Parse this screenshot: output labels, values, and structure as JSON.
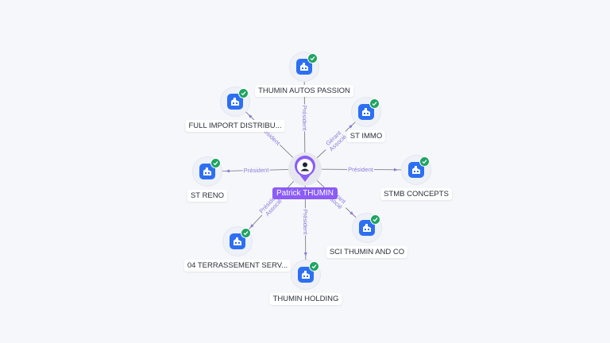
{
  "center": {
    "name": "Patrick THUMIN",
    "icon": "person-icon"
  },
  "companies": [
    {
      "key": "thumin-autos-passion",
      "name": "THUMIN AUTOS PASSION",
      "role": "Président",
      "icon": "company-icon",
      "verified": true
    },
    {
      "key": "st-immo",
      "name": "ST IMMO",
      "role": "Gérant\nAssocié",
      "icon": "company-icon",
      "verified": true
    },
    {
      "key": "stmb-concepts",
      "name": "STMB CONCEPTS",
      "role": "Président",
      "icon": "company-icon",
      "verified": true
    },
    {
      "key": "sci-thumin-and-co",
      "name": "SCI THUMIN AND CO",
      "role": "Gérant\nAssocié",
      "icon": "company-icon",
      "verified": true
    },
    {
      "key": "thumin-holding",
      "name": "THUMIN HOLDING",
      "role": "Président",
      "icon": "company-icon",
      "verified": true
    },
    {
      "key": "04-terrassement-serv",
      "name": "04 TERRASSEMENT SERV...",
      "role": "Président\nAssocié",
      "icon": "company-icon",
      "verified": true
    },
    {
      "key": "st-reno",
      "name": "ST RENO",
      "role": "Président",
      "icon": "company-icon",
      "verified": true
    },
    {
      "key": "full-import-distribu",
      "name": "FULL IMPORT DISTRIBU...",
      "role": "Président",
      "icon": "company-icon",
      "verified": true
    }
  ],
  "colors": {
    "accent": "#8b5cf6",
    "company_tile": "#2d6ff2",
    "verified": "#1fa463",
    "edge": "#6b6f7a",
    "edge_label": "#8b7ad6"
  }
}
